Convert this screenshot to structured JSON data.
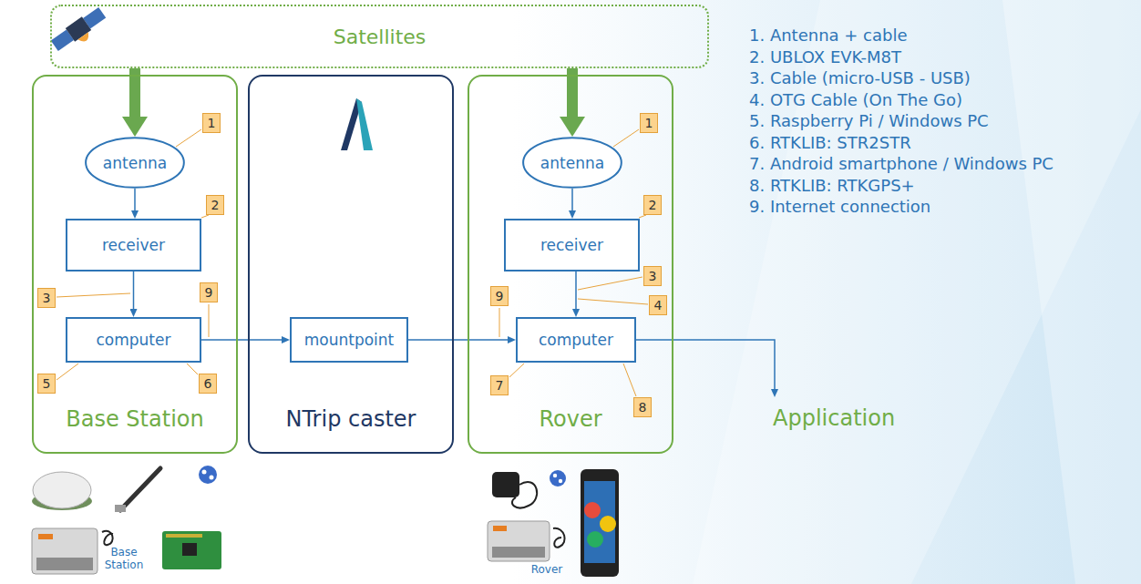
{
  "diagram": {
    "nodes": [
      {
        "text": [
          "Satellites"
        ]
      },
      {
        "text": [
          "Base Station"
        ]
      },
      {
        "text": [
          "antenna"
        ],
        "in": 1
      },
      {
        "text": [
          "receiver"
        ],
        "in": 1
      },
      {
        "text": [
          "computer"
        ],
        "in": 1
      },
      {
        "text": [
          "NTrip caster"
        ]
      },
      {
        "text": [
          "mountpoint"
        ],
        "in": 5
      },
      {
        "text": [
          "Rover"
        ]
      },
      {
        "text": [
          "antenna"
        ],
        "in": 7
      },
      {
        "text": [
          "receiver"
        ],
        "in": 7
      },
      {
        "text": [
          "computer"
        ],
        "in": 7
      }
    ],
    "edges": [
      {
        "from": 0,
        "to": 2,
        "arrow": "to"
      },
      {
        "from": 0,
        "to": 8,
        "arrow": "to"
      },
      {
        "from": 2,
        "to": 3,
        "arrow": "to"
      },
      {
        "from": 3,
        "to": 4,
        "arrow": "to"
      },
      {
        "from": 4,
        "to": 6,
        "arrow": "to"
      },
      {
        "from": 6,
        "to": 10,
        "arrow": "to"
      },
      {
        "from": 8,
        "to": 9,
        "arrow": "to"
      },
      {
        "from": 9,
        "to": 10,
        "arrow": "to"
      }
    ],
    "labels": [
      "1",
      "2",
      "3",
      "9",
      "5",
      "6",
      "1",
      "2",
      "3",
      "4",
      "9",
      "7",
      "8",
      "1. Antenna + cable",
      "2. UBLOX EVK-M8T",
      "3. Cable (micro-USB - USB)",
      "4. OTG Cable (On The Go)",
      "5. Raspberry Pi / Windows PC",
      "6. RTKLIB: STR2STR",
      "7. Android smartphone / Windows PC",
      "8. RTKLIB: RTKGPS+",
      "9. Internet connection",
      "Application",
      "Base Station",
      "Rover"
    ]
  }
}
